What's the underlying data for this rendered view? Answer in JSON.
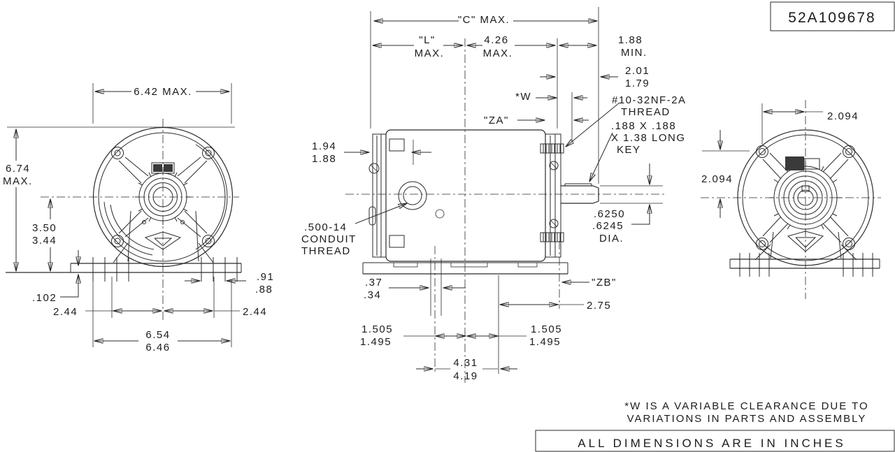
{
  "title_block": {
    "part_number": "52A109678"
  },
  "notes": {
    "clearance_line1": "*W IS A VARIABLE CLEARANCE DUE TO",
    "clearance_line2": "VARIATIONS IN PARTS AND ASSEMBLY",
    "units": "ALL DIMENSIONS ARE IN INCHES"
  },
  "front_view": {
    "width": "6.42 MAX.",
    "height_l1": "6.74",
    "height_l2": "MAX.",
    "shaft_height_l1": "3.50",
    "shaft_height_l2": "3.44",
    "pad_thickness": ".102",
    "slot_left": "2.44",
    "slot_right": "2.44",
    "base_width_l1": "6.54",
    "base_width_l2": "6.46",
    "foot_l1": ".91",
    "foot_l2": ".88"
  },
  "side_view": {
    "overall": "\"C\" MAX.",
    "l_max_l1": "\"L\"",
    "l_max_l2": "MAX.",
    "rear_l1": "4.26",
    "rear_l2": "MAX.",
    "clearance_l1": "1.88",
    "clearance_l2": "MIN.",
    "shaft_ext_l1": "2.01",
    "shaft_ext_l2": "1.79",
    "w_label": "*W",
    "za_label": "\"ZA\"",
    "zb_label": "\"ZB\"",
    "conduit_pos_l1": "1.94",
    "conduit_pos_l2": "1.88",
    "thread_l1": "#10-32NF-2A",
    "thread_l2": "THREAD",
    "key_l1": ".188 X .188",
    "key_l2": "X 1.38 LONG",
    "key_l3": "KEY",
    "conduit_l1": ".500-14",
    "conduit_l2": "CONDUIT",
    "conduit_l3": "THREAD",
    "shaft_dia_l1": ".6250",
    "shaft_dia_l2": ".6245",
    "shaft_dia_l3": "DIA.",
    "rear_foot": "2.75",
    "slot_w_l1": ".37",
    "slot_w_l2": ".34",
    "slot_front_l1": "1.505",
    "slot_front_l2": "1.495",
    "slot_rear_l1": "1.505",
    "slot_rear_l2": "1.495",
    "bolt_span_l1": "4.31",
    "bolt_span_l2": "4.19"
  },
  "rear_view": {
    "bolt_horizontal": "2.094",
    "bolt_vertical": "2.094"
  }
}
